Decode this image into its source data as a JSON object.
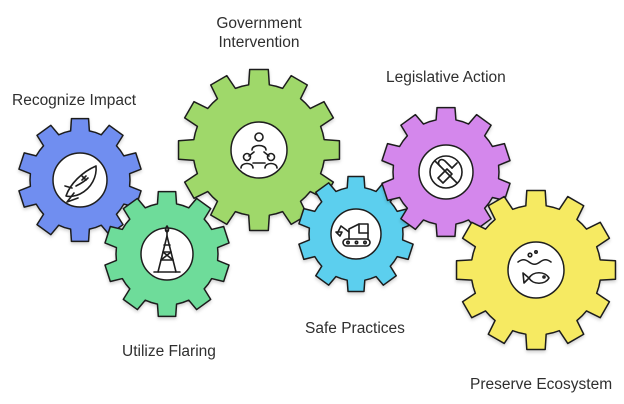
{
  "diagram": {
    "gears": [
      {
        "id": "recognize-impact",
        "label": "Recognize Impact",
        "icon": "fish-icon",
        "color": "#6f8ef0"
      },
      {
        "id": "utilize-flaring",
        "label": "Utilize Flaring",
        "icon": "oil-derrick-icon",
        "color": "#6edc9a"
      },
      {
        "id": "government-intervention",
        "label_line1": "Government",
        "label_line2": "Intervention",
        "icon": "people-network-icon",
        "color": "#9fd86a"
      },
      {
        "id": "safe-practices",
        "label": "Safe Practices",
        "icon": "excavator-icon",
        "color": "#5ccfee"
      },
      {
        "id": "legislative-action",
        "label": "Legislative Action",
        "icon": "no-tools-icon",
        "color": "#d487ec"
      },
      {
        "id": "preserve-ecosystem",
        "label": "Preserve Ecosystem",
        "icon": "fish-water-icon",
        "color": "#f6ea62"
      }
    ],
    "stroke_color": "#1e1e1e",
    "icon_bg": "#ffffff"
  }
}
